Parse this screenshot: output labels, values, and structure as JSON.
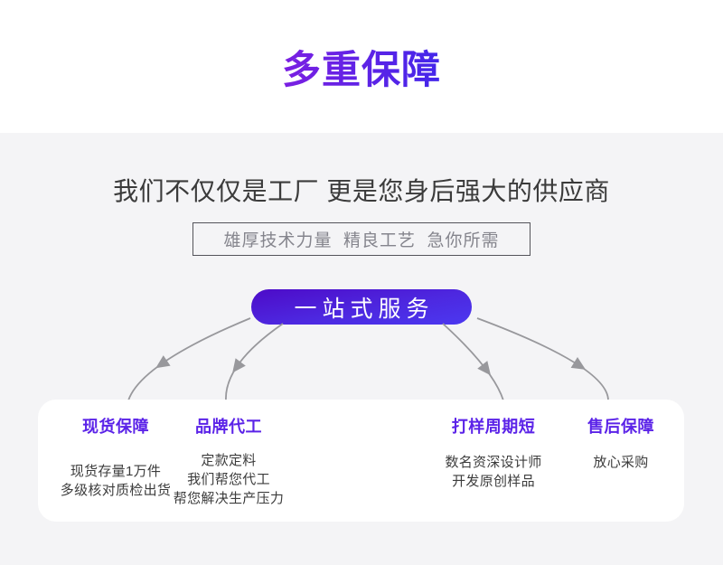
{
  "page": {
    "title": "多重保障",
    "subtitle": "我们不仅仅是工厂 更是您身后强大的供应商",
    "banner": "雄厚技术力量  精良工艺  急你所需",
    "pill_label": "一站式服务"
  },
  "colors": {
    "title_gradient_start": "#7b1fe2",
    "title_gradient_end": "#4326ea",
    "pill_gradient_start": "#4d0bc8",
    "pill_gradient_end": "#4b38f0",
    "feature_heading": "#5b23e8",
    "arrow": "#98989c",
    "section_background": "#f4f4f6",
    "card_background": "#ffffff",
    "body_text": "#3c3c3c",
    "banner_text": "#85858d"
  },
  "features": [
    {
      "title": "现货保障",
      "lines": [
        "现货存量1万件",
        "多级核对质检出货"
      ]
    },
    {
      "title": "品牌代工",
      "lines": [
        "定款定料",
        "我们帮您代工",
        "帮您解决生产压力"
      ]
    },
    {
      "title": "打样周期短",
      "lines": [
        "数名资深设计师",
        "开发原创样品"
      ]
    },
    {
      "title": "售后保障",
      "lines": [
        "放心采购"
      ]
    }
  ]
}
